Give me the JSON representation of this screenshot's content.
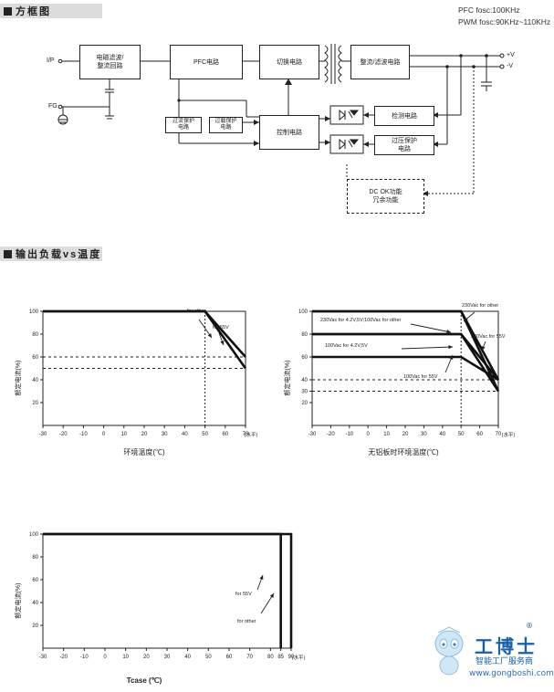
{
  "sections": {
    "block_diagram_title": "方框图",
    "derating_title": "输出负载vs温度"
  },
  "freq_notes": {
    "pfc": "PFC fosc:100KHz",
    "pwm": "PWM fosc:90KHz~110KHz"
  },
  "block_diagram": {
    "ip": "I/P",
    "fg": "FG",
    "emi": "电磁滤波/\n整流回路",
    "pfc": "PFC电路",
    "switch": "切换电路",
    "rect": "整流/滤波电路",
    "ocp": "过流保护\n电路",
    "olp": "过载保护\n电路",
    "control": "控制电路",
    "detect": "检测电路",
    "ovp": "过压保护\n电路",
    "dcok": "DC OK功能\n冗余功能",
    "vplus": "+V",
    "vminus": "-V"
  },
  "chart_data": [
    {
      "type": "line",
      "title": "",
      "xlabel": "环境温度(℃)",
      "ylabel": "额定电流(%)",
      "x_unit": "(水平)",
      "xlim": [
        -30,
        70
      ],
      "ylim": [
        0,
        100
      ],
      "x_ticks": [
        -30,
        -20,
        -10,
        0,
        10,
        20,
        30,
        40,
        50,
        60,
        70
      ],
      "y_ticks": [
        20,
        40,
        60,
        80,
        100
      ],
      "series": [
        {
          "name": "for other",
          "x": [
            -30,
            50,
            70
          ],
          "y": [
            100,
            100,
            60
          ]
        },
        {
          "name": "for 55V",
          "x": [
            -30,
            50,
            70
          ],
          "y": [
            100,
            100,
            50
          ]
        }
      ],
      "reference_lines": {
        "y": [
          60,
          50
        ],
        "x": [
          50
        ]
      }
    },
    {
      "type": "line",
      "title": "",
      "xlabel": "无铝板时环境温度(℃)",
      "ylabel": "额定电流(%)",
      "x_unit": "(水平)",
      "xlim": [
        -30,
        70
      ],
      "ylim": [
        0,
        100
      ],
      "x_ticks": [
        -30,
        -20,
        -10,
        0,
        10,
        20,
        30,
        40,
        50,
        60,
        70
      ],
      "y_ticks": [
        20,
        30,
        40,
        60,
        80,
        100
      ],
      "series": [
        {
          "name": "230Vac for other",
          "x": [
            -30,
            50,
            70
          ],
          "y": [
            100,
            100,
            40
          ]
        },
        {
          "name": "230Vac for 4.2V,5V;100Vac for other",
          "x": [
            -30,
            50,
            70
          ],
          "y": [
            80,
            80,
            40
          ]
        },
        {
          "name": "230Vac for 55V",
          "x": [
            -30,
            50,
            70
          ],
          "y": [
            100,
            100,
            30
          ]
        },
        {
          "name": "100Vac for 4.2V,5V",
          "x": [
            -30,
            50,
            70
          ],
          "y": [
            60,
            60,
            40
          ]
        },
        {
          "name": "100Vac for 55V",
          "x": [
            -30,
            50,
            70
          ],
          "y": [
            80,
            80,
            30
          ]
        }
      ],
      "reference_lines": {
        "y": [
          40,
          30
        ],
        "x": [
          50
        ]
      }
    },
    {
      "type": "line",
      "title": "",
      "xlabel": "Tcase (℃)",
      "ylabel": "额定电流(%)",
      "x_unit": "(水平)",
      "xlim": [
        -30,
        90
      ],
      "ylim": [
        0,
        100
      ],
      "x_ticks": [
        -30,
        -20,
        -10,
        0,
        10,
        20,
        30,
        40,
        50,
        60,
        70,
        80,
        85,
        90
      ],
      "y_ticks": [
        20,
        40,
        60,
        80,
        100
      ],
      "series": [
        {
          "name": "for 55V",
          "x": [
            -30,
            85,
            85
          ],
          "y": [
            100,
            100,
            0
          ]
        },
        {
          "name": "for other",
          "x": [
            -30,
            90,
            90
          ],
          "y": [
            100,
            100,
            0
          ]
        }
      ]
    }
  ],
  "watermark": {
    "brand": "工博士",
    "sub": "智能工厂服务商",
    "url": "www.gongboshi.com",
    "reg": "®"
  }
}
